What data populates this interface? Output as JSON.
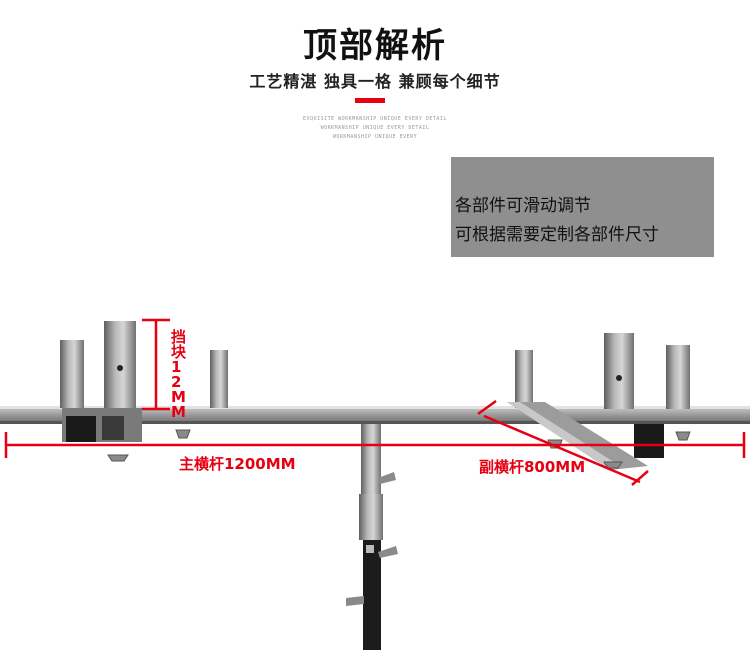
{
  "header": {
    "title": "顶部解析",
    "subtitle": "工艺精湛  独具一格  兼顾每个细节",
    "eng_lines": [
      "EXQUISITE WORKMANSHIP UNIQUE EVERY DETAIL",
      "WORKMANSHIP UNIQUE EVERY DETAIL",
      "WORKMANSHIP UNIQUE EVERY"
    ],
    "accent_color": "#e60012"
  },
  "note": {
    "line1": "各部件可滑动调节",
    "line2": "可根据需要定制各部件尺寸",
    "box_color": "#8f8f8f"
  },
  "labels": {
    "block": "挡块12MM",
    "main_bar": "主横杆1200MM",
    "sub_bar": "副横杆800MM"
  }
}
